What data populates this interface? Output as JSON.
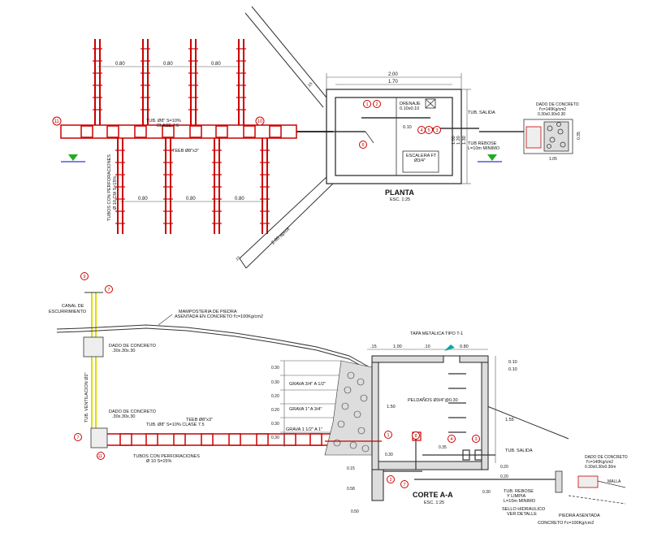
{
  "plan": {
    "title": "PLANTA",
    "scale": "ESC. 1:25",
    "dim_200": "2.00",
    "dim_170": "1.70",
    "spacing_a": [
      "0.80",
      "0.80",
      "0.80"
    ],
    "spacing_b": [
      "0.80",
      "0.80",
      "0.80"
    ],
    "dim_010": "0.10",
    "dim_015": ".15",
    "wall_length": "2.00 aprox",
    "dim_130": "1.30",
    "dim_100": "1.00",
    "dim_120": "1.20",
    "dim_105": "1.05",
    "dim_035": "0.35",
    "pipe_label_1": "TUB. Ø8\" S=10%",
    "pipe_label_2": "CLASE 7.5",
    "tee_label": "TEEB Ø8\"x3\"",
    "perforated_1": "TUBOS CON PERFORACIONES",
    "perforated_2": "Ø 10 CM S=15%",
    "drain_1": "DRENAJE",
    "drain_2": "0.10x0.10",
    "stair_1": "ESCALERA FT",
    "stair_2": "Ø3/4\"",
    "outlet": "TUB. SALIDA",
    "overflow_1": "TUB REBOSE",
    "overflow_2": "L=10m MINIMO",
    "block_1": "DADO DE CONCRETO",
    "block_2": "f'c=140Kg/cm2",
    "block_3": "0.30x0.30x0.30",
    "markers": [
      "11",
      "10",
      "1",
      "2",
      "3",
      "4",
      "5",
      "6"
    ]
  },
  "section": {
    "title": "CORTE A-A",
    "scale": "ESC. 1:25",
    "canal_1": "CANAL DE",
    "canal_2": "ESCURRIMIENTO",
    "masonry_1": "MAMPOSTERIA DE PIEDRA",
    "masonry_2": "ASENTADA EN CONCRETO f'c=100Kg/cm2",
    "block_top_1": "DADO DE CONCRETO",
    "block_top_2": ".30x.30x.30",
    "vent": "TUB. VENTILACION Ø2\"",
    "block_bot_1": "DADO DE CONCRETO",
    "block_bot_2": ".30x.30x.30",
    "pipe_1": "TEEB Ø8\"x3\"",
    "pipe_2": "TUB. Ø8\" S=10% CLASE 7.5",
    "perf_1": "TUBOS CON PERFORACIONES",
    "perf_2": "Ø 10 S=15%",
    "cover": "TAPA METALICA TIPO T-1",
    "gravel_1": "GRAVA 3/4\" A 1/2\"",
    "gravel_2": "GRAVA 1\" A 3/4\"",
    "gravel_3": "GRAVA 1 1/2\" A 1\"",
    "rungs": "PELDAÑOS Ø3/4\"@0.30",
    "outlet": "TUB. SALIDA",
    "overflow_1": "TUB. REBOSE",
    "overflow_2": "Y LIMPIA",
    "overflow_3": "L=10m MINIMO",
    "seal_1": "SELLO HIDRAULICO",
    "seal_2": "VER DETALLE",
    "block_r_1": "DADO DE CONCRETO",
    "block_r_2": "f'c=140Kg/cm2",
    "block_r_3": "0.30x0.30x0.30m",
    "mesh": "MALLA",
    "stone_1": "PIEDRA ASENTADA",
    "stone_2": "CONCRETO f'c=100Kg/cm2",
    "dims_top": [
      ".15",
      "1.00",
      ".10",
      "0.80"
    ],
    "dims_right": [
      "0.10",
      "0.10"
    ],
    "dims_left": [
      "0.30",
      "0.30",
      "0.20",
      "0.20",
      "0.30",
      "0.30"
    ],
    "dim_150": "1.50",
    "dim_155": "1.55",
    "dim_030": "0.30",
    "dim_015": "0.15",
    "dim_058": "0.58",
    "dim_020": "0.20",
    "dim_050": "0.50",
    "dim_035": "0.35",
    "dim_020b": "0.20",
    "dim_030b": "0.30",
    "markers": [
      "9",
      "7",
      "7",
      "11",
      "8",
      "1",
      "4",
      "3",
      "7",
      "2"
    ]
  }
}
